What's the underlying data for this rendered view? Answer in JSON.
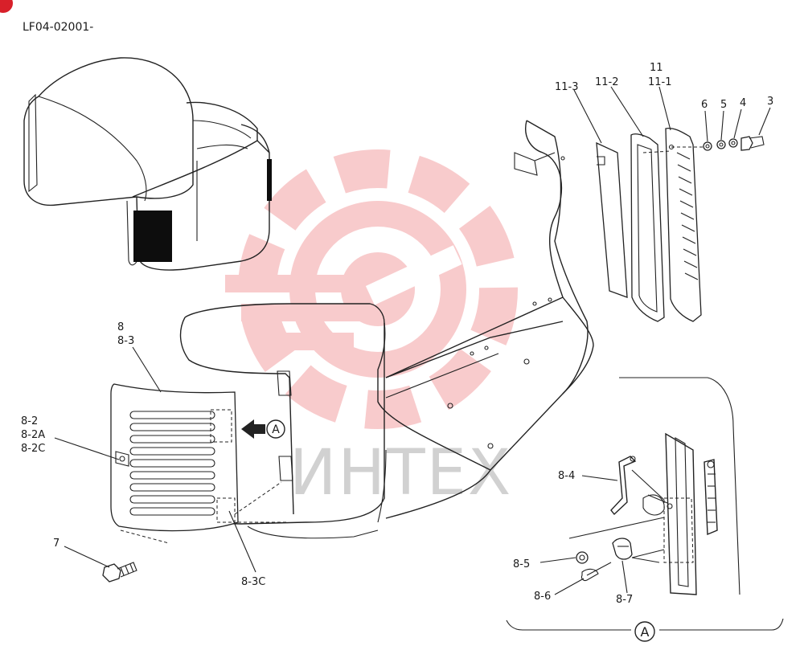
{
  "drawing": {
    "code": "LF04-02001-",
    "watermark_text": "ИНТЕХ",
    "colors": {
      "ink": "#222222",
      "watermark": "#e8484c",
      "corner_badge": "#d8202a"
    },
    "labels": {
      "p11": "11",
      "p11_1": "11-1",
      "p11_2": "11-2",
      "p11_3": "11-3",
      "p6": "6",
      "p5": "5",
      "p4": "4",
      "p3": "3",
      "p8": "8",
      "p8_3": "8-3",
      "p8_2": "8-2",
      "p8_2A": "8-2A",
      "p8_2C": "8-2C",
      "p7": "7",
      "p8_3C": "8-3C",
      "p8_4": "8-4",
      "p8_5": "8-5",
      "p8_6": "8-6",
      "p8_7": "8-7",
      "view_marker": "A",
      "detail_marker": "A"
    }
  }
}
